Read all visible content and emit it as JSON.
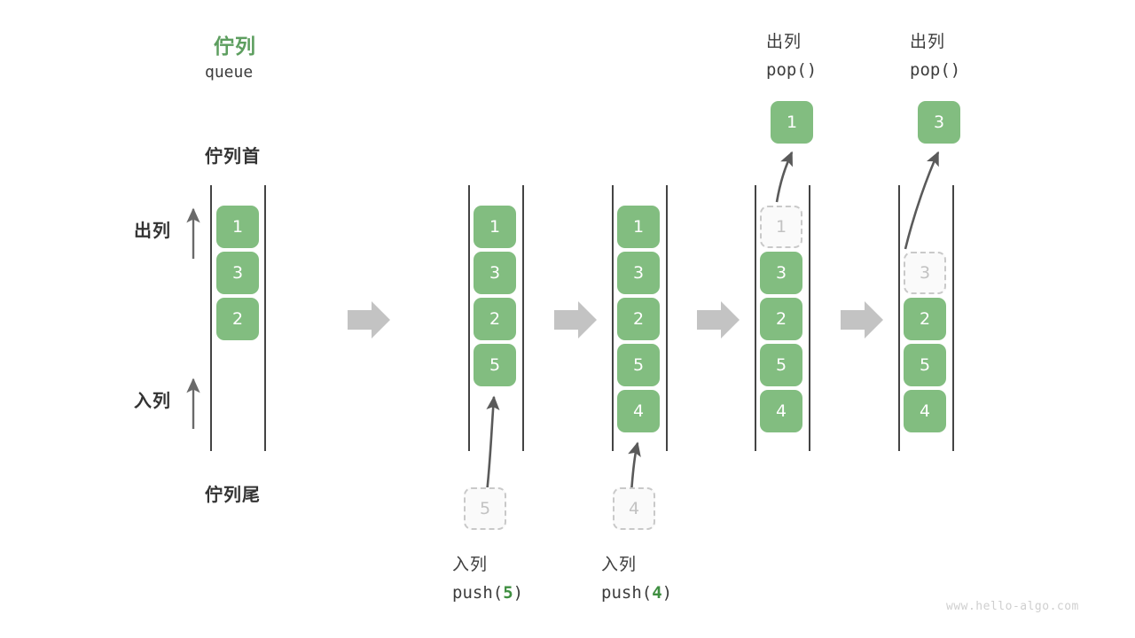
{
  "diagram": {
    "title_cn": "佇列",
    "title_en": "queue",
    "head_label": "佇列首",
    "tail_label": "佇列尾",
    "dequeue_label": "出列",
    "enqueue_label": "入列",
    "watermark": "www.hello-algo.com",
    "accent_green": "#5d9e5f",
    "cell_green": "#82bd80",
    "ghost_gray": "#c2c2c2",
    "arrow_gray": "#c3c3c3"
  },
  "columns": [
    {
      "id": "initial",
      "cells": [
        {
          "value": "1",
          "state": "filled"
        },
        {
          "value": "3",
          "state": "filled"
        },
        {
          "value": "2",
          "state": "filled"
        }
      ],
      "capacity": 6
    },
    {
      "id": "after-push-5",
      "cells": [
        {
          "value": "1",
          "state": "filled"
        },
        {
          "value": "3",
          "state": "filled"
        },
        {
          "value": "2",
          "state": "filled"
        },
        {
          "value": "5",
          "state": "filled"
        }
      ],
      "capacity": 6,
      "incoming": {
        "value": "5",
        "state": "ghost"
      },
      "caption_cn": "入列",
      "caption_fn": "push(",
      "caption_arg": "5",
      "caption_close": ")"
    },
    {
      "id": "after-push-4",
      "cells": [
        {
          "value": "1",
          "state": "filled"
        },
        {
          "value": "3",
          "state": "filled"
        },
        {
          "value": "2",
          "state": "filled"
        },
        {
          "value": "5",
          "state": "filled"
        },
        {
          "value": "4",
          "state": "filled"
        }
      ],
      "capacity": 6,
      "incoming": {
        "value": "4",
        "state": "ghost"
      },
      "caption_cn": "入列",
      "caption_fn": "push(",
      "caption_arg": "4",
      "caption_close": ")"
    },
    {
      "id": "after-pop-1",
      "cells": [
        {
          "value": "1",
          "state": "ghost"
        },
        {
          "value": "3",
          "state": "filled"
        },
        {
          "value": "2",
          "state": "filled"
        },
        {
          "value": "5",
          "state": "filled"
        },
        {
          "value": "4",
          "state": "filled"
        }
      ],
      "capacity": 6,
      "outgoing": {
        "value": "1",
        "state": "filled"
      },
      "header_cn": "出列",
      "header_fn": "pop()"
    },
    {
      "id": "after-pop-3",
      "cells": [
        {
          "value": "",
          "state": "empty"
        },
        {
          "value": "3",
          "state": "ghost"
        },
        {
          "value": "2",
          "state": "filled"
        },
        {
          "value": "5",
          "state": "filled"
        },
        {
          "value": "4",
          "state": "filled"
        }
      ],
      "capacity": 6,
      "outgoing": {
        "value": "3",
        "state": "filled"
      },
      "header_cn": "出列",
      "header_fn": "pop()"
    }
  ]
}
